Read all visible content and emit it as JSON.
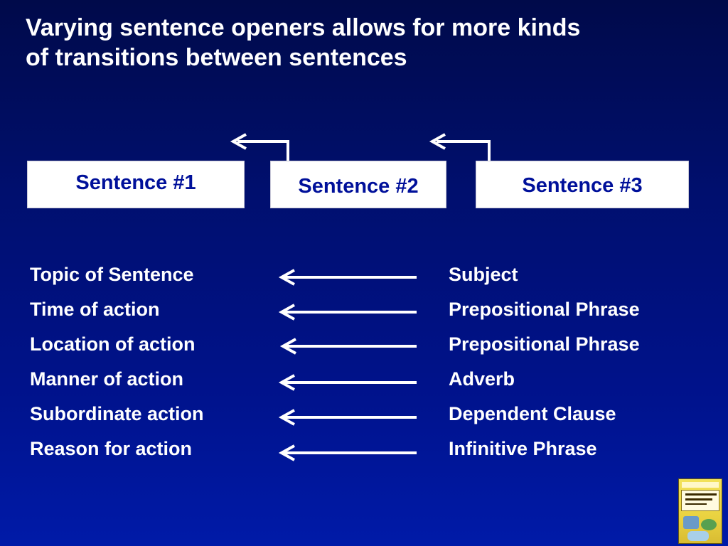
{
  "title": {
    "line1": "Varying sentence openers allows for more kinds",
    "line2": "of transitions between sentences"
  },
  "boxes": [
    "Sentence #1",
    "Sentence #2",
    "Sentence #3"
  ],
  "rows": [
    {
      "left": "Topic of Sentence",
      "right": "Subject"
    },
    {
      "left": "Time of action",
      "right": "Prepositional Phrase"
    },
    {
      "left": "Location of action",
      "right": "Prepositional Phrase"
    },
    {
      "left": "Manner of action",
      "right": "Adverb"
    },
    {
      "left": "Subordinate action",
      "right": "Dependent Clause"
    },
    {
      "left": "Reason for action",
      "right": "Infinitive Phrase"
    }
  ],
  "colors": {
    "background_top": "#000a4a",
    "background_bottom": "#001aa8",
    "box_text": "#00109a",
    "text": "#ffffff"
  },
  "icons": {
    "book_thumbnail": "book-cover-icon"
  }
}
